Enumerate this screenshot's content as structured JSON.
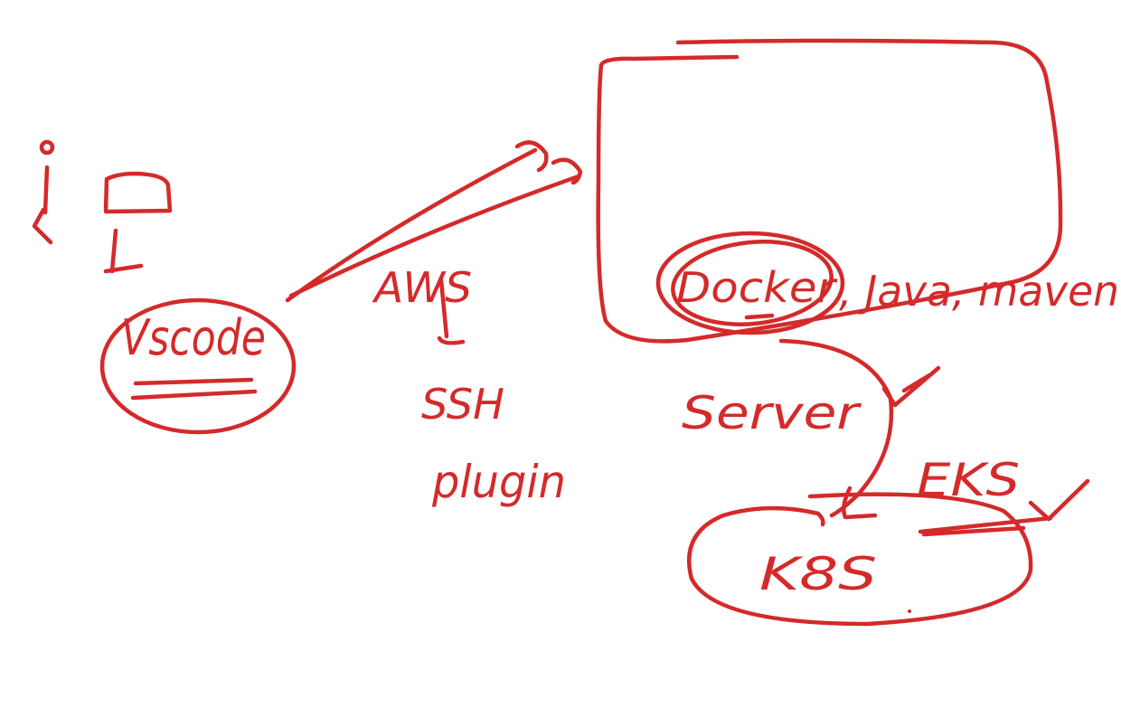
{
  "ink_color": "#d42a2a",
  "background": "#ffffff",
  "labels": {
    "vscode": "Vscode",
    "aws": "AWS",
    "ssh": "SSH",
    "plugin": "plugin",
    "docker": "Docker",
    "java_maven": ", Java, maven",
    "server": "Server",
    "eks": "EKS",
    "k8s": "K8S"
  },
  "icons": [
    "person-icon",
    "computer-icon",
    "check-mark-icon"
  ]
}
